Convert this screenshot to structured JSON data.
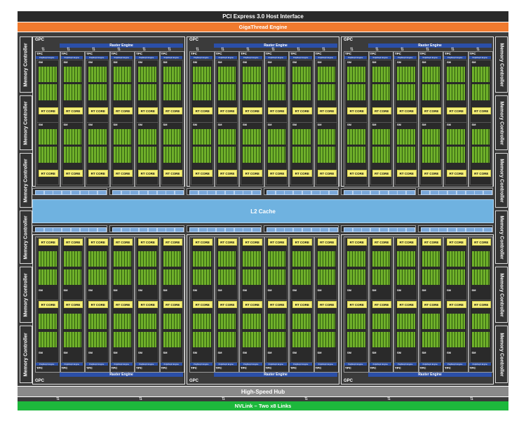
{
  "top": {
    "pcie_label": "PCI Express 3.0 Host Interface",
    "gigathread_label": "GigaThread Engine"
  },
  "memory_controller_label": "Memory Controller",
  "gpc": {
    "label": "GPC",
    "raster_label": "Raster Engine",
    "tpc_label": "TPC",
    "polymorph_label": "PolyMorph Engine",
    "sm_label": "SM",
    "rt_core_label": "RT CORE"
  },
  "l2_label": "L2 Cache",
  "bottom": {
    "hub_label": "High-Speed Hub",
    "nvlink_label": "NVLink – Two x8 Links"
  },
  "colors": {
    "pcie": "#2a2a2a",
    "gigathread": "#f07a2e",
    "raster": "#2b4fa8",
    "rt_core": "#f6f07a",
    "sm_green": "#6fb02a",
    "l2": "#6fb2e0",
    "hub": "#8a8a8a",
    "nvlink": "#1db83c"
  }
}
